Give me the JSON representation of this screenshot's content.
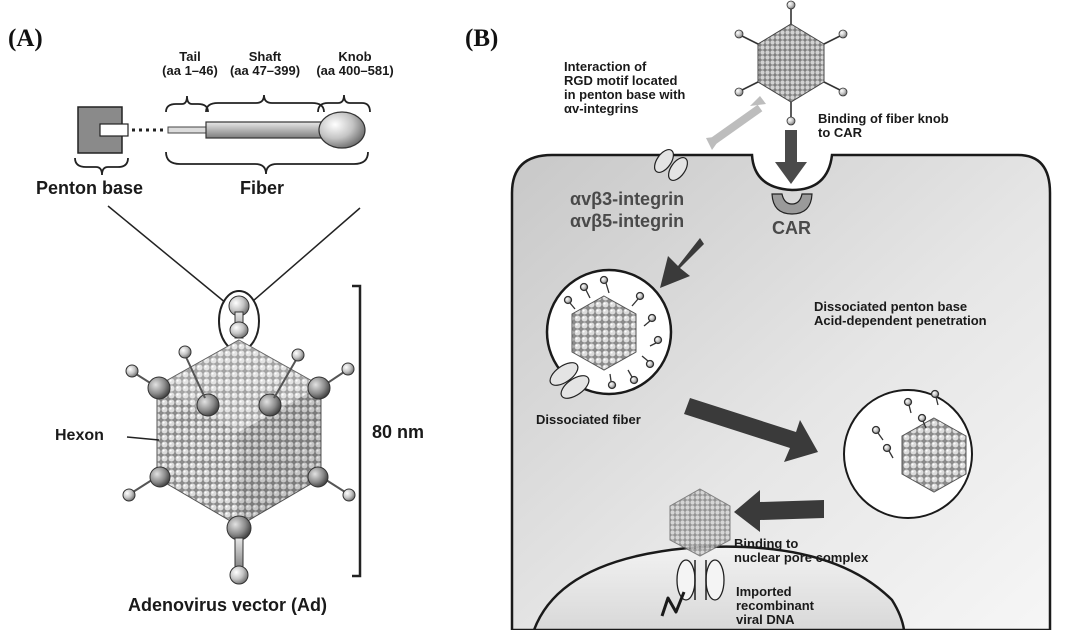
{
  "panel_a": {
    "label": "(A)",
    "tail": {
      "name": "Tail",
      "range": "(aa 1–46)"
    },
    "shaft": {
      "name": "Shaft",
      "range": "(aa 47–399)"
    },
    "knob": {
      "name": "Knob",
      "range": "(aa 400–581)"
    },
    "penton_base": "Penton base",
    "fiber": "Fiber",
    "hexon": "Hexon",
    "size": "80 nm",
    "caption": "Adenovirus vector (Ad)"
  },
  "panel_b": {
    "label": "(B)",
    "rgd_text": [
      "Interaction of",
      "RGD motif located",
      "in penton base with",
      "αv-integrins"
    ],
    "binding_text": [
      "Binding of fiber knob",
      "to CAR"
    ],
    "integrins": [
      "αvβ3-integrin",
      "αvβ5-integrin"
    ],
    "car": "CAR",
    "dissociated_fiber": "Dissociated fiber",
    "dissociated_penton": [
      "Dissociated penton base",
      "Acid-dependent penetration"
    ],
    "nuclear_pore": [
      "Binding to",
      "nuclear pore complex"
    ],
    "imported_dna": [
      "Imported",
      "recombinant",
      "viral DNA"
    ]
  }
}
